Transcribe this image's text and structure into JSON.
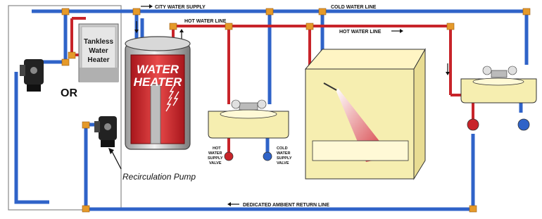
{
  "labels": {
    "city_water_supply": "CITY WATER SUPPLY",
    "cold_water_line": "COLD WATER LINE",
    "hot_water_line_top": "HOT WATER LINE",
    "hot_water_line_right": "HOT WATER LINE",
    "tankless_line1": "Tankless",
    "tankless_line2": "Water",
    "tankless_line3": "Heater",
    "water_heater_line1": "WATER",
    "water_heater_line2": "HEATER",
    "or": "OR",
    "hot_valve_1": "HOT",
    "hot_valve_2": "WATER",
    "hot_valve_3": "SUPPLY",
    "hot_valve_4": "VALVE",
    "cold_valve_1": "COLD",
    "cold_valve_2": "WATER",
    "cold_valve_3": "SUPPLY",
    "cold_valve_4": "VALVE",
    "recirculation_pump": "Recirculation Pump",
    "return_line": "DEDICATED AMBIENT RETURN LINE"
  },
  "colors": {
    "cold_pipe": "#2f63c8",
    "hot_pipe": "#c8242a",
    "fitting": "#e59a2a",
    "fixture": "#f6eeb0",
    "heater_body": "#d02a2a"
  }
}
